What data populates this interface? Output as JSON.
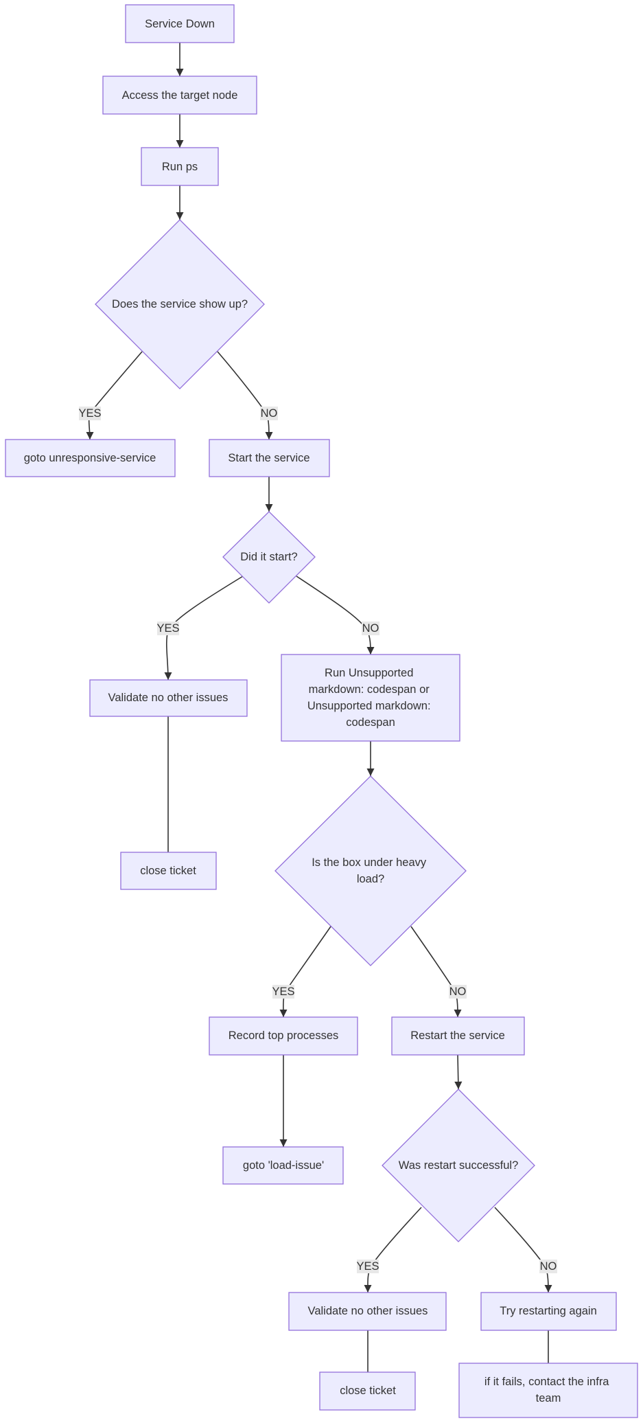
{
  "diagram": {
    "nodes": {
      "service_down": "Service Down",
      "access_node": "Access the target node",
      "run_ps": "Run ps",
      "service_show_up": "Does the service show up?",
      "goto_unresponsive": "goto unresponsive-service",
      "start_service": "Start the service",
      "did_it_start": "Did it start?",
      "validate_1": "Validate no other issues",
      "run_unsupported": [
        "Run Unsupported",
        "markdown: codespan or",
        "Unsupported markdown:",
        "codespan"
      ],
      "close_ticket_1": "close ticket",
      "heavy_load": [
        "Is the box under heavy",
        "load?"
      ],
      "record_top": "Record top processes",
      "restart_service": "Restart the service",
      "goto_load_issue": "goto 'load-issue'",
      "restart_successful": "Was restart successful?",
      "validate_2": "Validate no other issues",
      "try_restarting": "Try restarting again",
      "close_ticket_2": "close ticket",
      "contact_infra": [
        "if it fails, contact the infra",
        "team"
      ]
    },
    "edge_labels": {
      "show_up_yes": "YES",
      "show_up_no": "NO",
      "start_yes": "YES",
      "start_no": "NO",
      "load_yes": "YES",
      "load_no": "NO",
      "restart_yes": "YES",
      "restart_no": "NO"
    }
  }
}
